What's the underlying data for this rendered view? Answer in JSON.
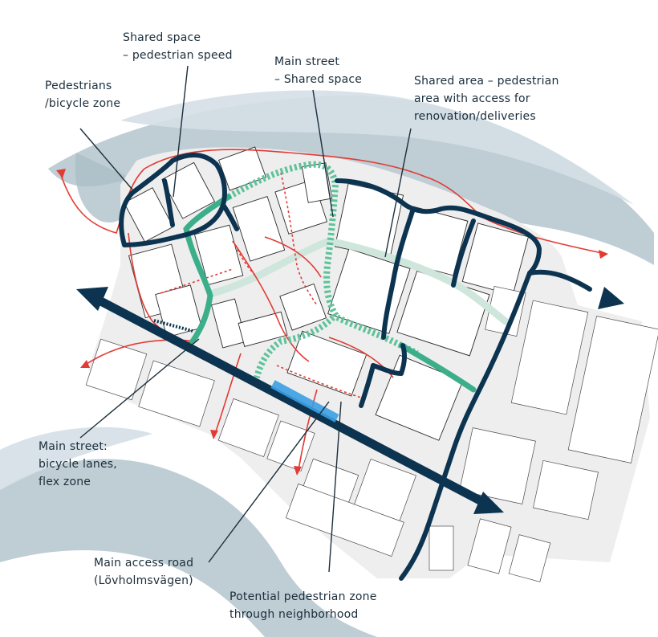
{
  "map": {
    "colors": {
      "water": "#a9bcc6",
      "water_light": "#d4dfe5",
      "ground": "#eeeeee",
      "main_street": "#0c3450",
      "pedestrian_green": "#3caf8a",
      "shared_light": "#cfe6dd",
      "shared_dotted": "#5ec39a",
      "bicycle_red": "#e23b34",
      "access_blue": "#3a9ee2",
      "text": "#1b2e3c"
    },
    "legend_labels": [
      {
        "id": "pedestrians-bicycle-zone",
        "lines": [
          "Pedestrians",
          "/bicycle zone"
        ]
      },
      {
        "id": "shared-space-pedestrian-speed",
        "lines": [
          "Shared space",
          "– pedestrian speed"
        ]
      },
      {
        "id": "main-street-shared-space",
        "lines": [
          "Main street",
          "– Shared space"
        ]
      },
      {
        "id": "shared-area-pedestrian",
        "lines": [
          "Shared area –  pedestrian",
          "area with access for",
          "renovation/deliveries"
        ]
      },
      {
        "id": "main-street-bicycle-lanes",
        "lines": [
          "Main street:",
          "bicycle lanes,",
          "flex zone"
        ]
      },
      {
        "id": "main-access-road",
        "lines": [
          "Main access road",
          "(Lövholmsvägen)"
        ]
      },
      {
        "id": "potential-pedestrian-zone",
        "lines": [
          "Potential pedestrian zone",
          "through neighborhood"
        ]
      }
    ]
  }
}
